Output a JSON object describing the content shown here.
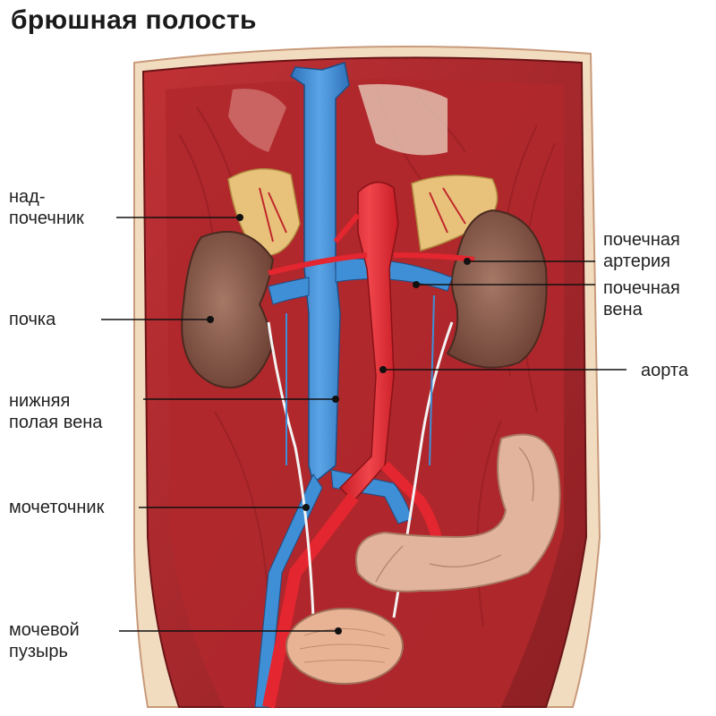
{
  "title": "брюшная полость",
  "labels": {
    "adrenal": "над-\nпочечник",
    "kidney": "почка",
    "ivc": "нижняя\nполая вена",
    "ureter": "мочеточник",
    "bladder": "мочевой\nпузырь",
    "renal_artery": "почечная\nартерия",
    "renal_vein": "почечная\nвена",
    "aorta": "аорта"
  },
  "colors": {
    "muscle": "#b32a2e",
    "muscle_dark": "#7e1a1e",
    "vein": "#3f8fd6",
    "artery": "#e3262f",
    "kidney": "#8b5a4a",
    "adrenal": "#e8c27a",
    "intestine": "#e2b49e",
    "skin": "#f2dcc0"
  }
}
